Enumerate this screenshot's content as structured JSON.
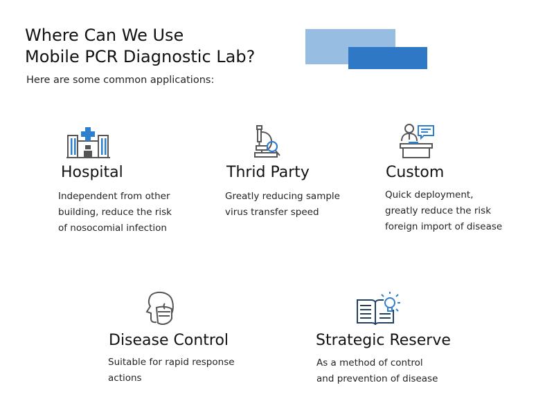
{
  "header": {
    "title_line1": "Where Can We Use",
    "title_line2": "Mobile PCR Diagnostic Lab?",
    "subtitle": "Here are some common applications:"
  },
  "colors": {
    "accent_light": "#97bde2",
    "accent_dark": "#2f78c5",
    "icon_stroke": "#555555",
    "icon_accent": "#2e7fd0"
  },
  "applications": [
    {
      "icon": "hospital-icon",
      "title": "Hospital",
      "lines": [
        "Independent from other",
        "building, reduce the risk",
        "of nosocomial infection"
      ]
    },
    {
      "icon": "microscope-icon",
      "title": "Thrid Party",
      "lines": [
        "Greatly reducing sample",
        "virus transfer speed"
      ]
    },
    {
      "icon": "customs-officer-icon",
      "title": "Custom",
      "lines": [
        "Quick deployment,",
        "greatly reduce the risk",
        "foreign import of disease"
      ]
    },
    {
      "icon": "masked-face-icon",
      "title": "Disease Control",
      "lines": [
        "Suitable for rapid response",
        "actions"
      ]
    },
    {
      "icon": "book-lightbulb-icon",
      "title": "Strategic Reserve",
      "lines": [
        "As a method of control",
        "and prevention of disease"
      ]
    }
  ]
}
